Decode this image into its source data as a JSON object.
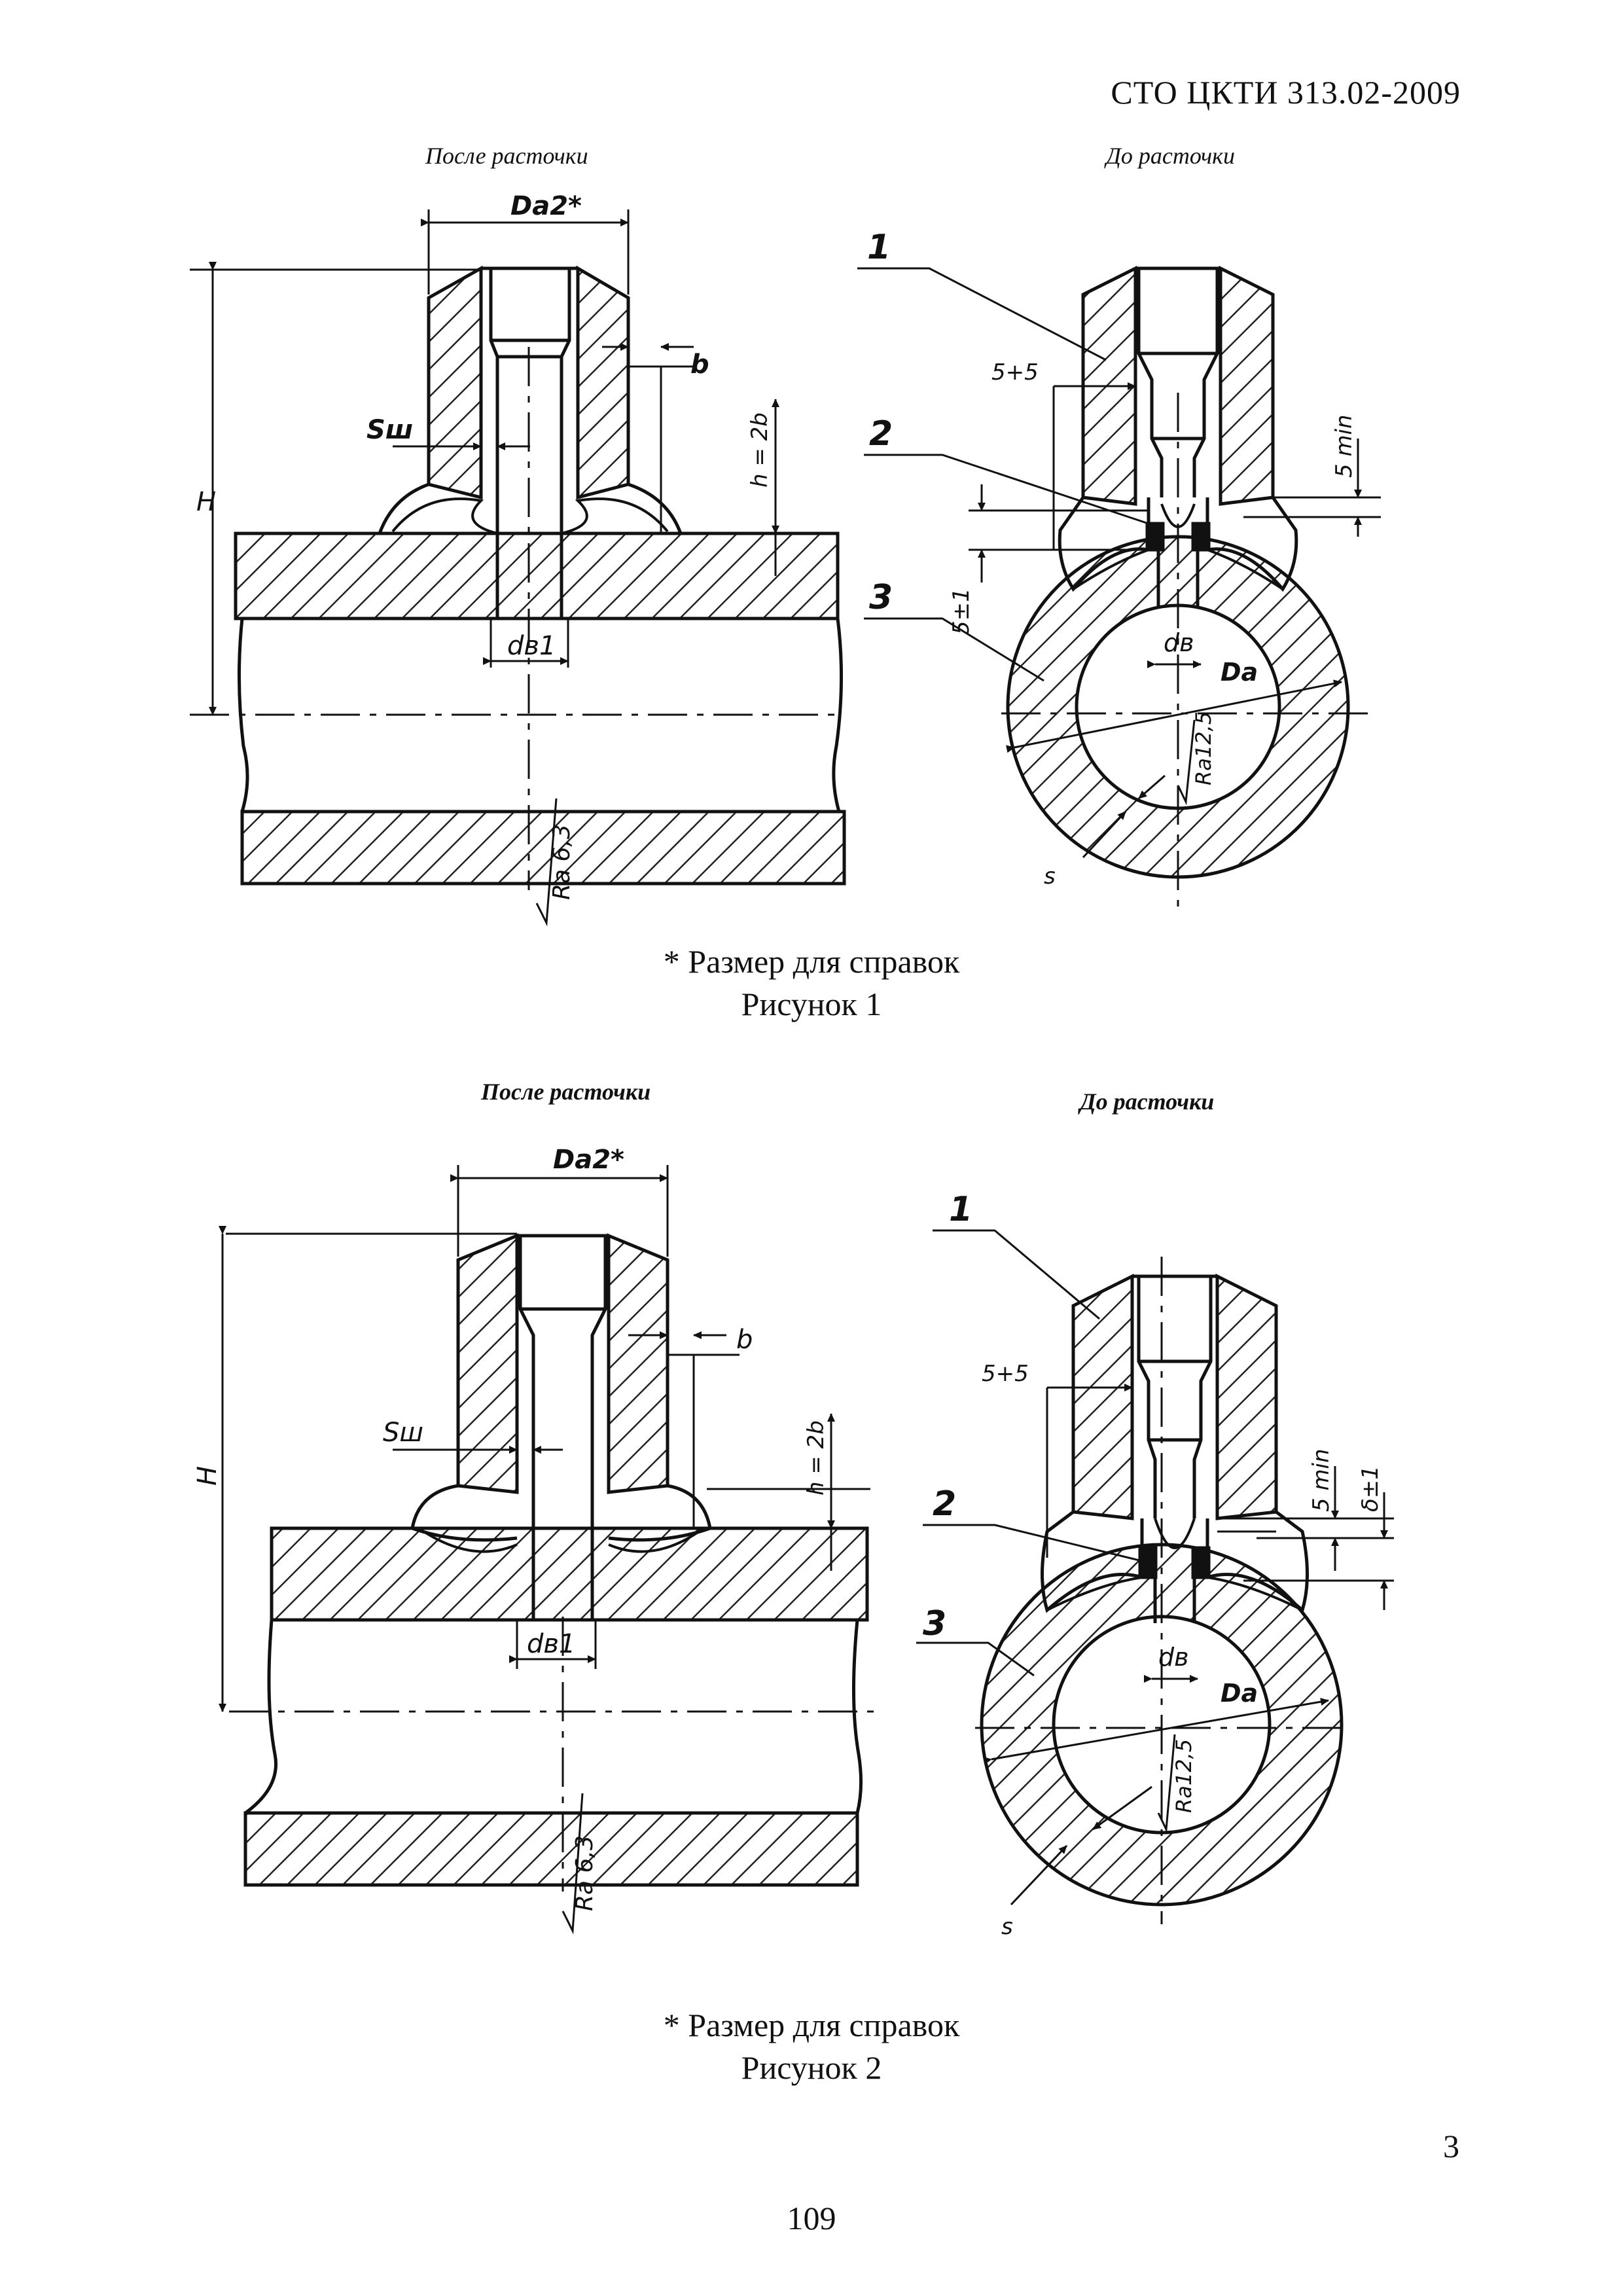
{
  "header": {
    "doc_code": "СТО ЦКТИ 313.02-2009"
  },
  "figure1": {
    "left_view_title": "После расточки",
    "right_view_title": "До расточки",
    "labels": {
      "outer_diameter": "Da2*",
      "height": "H",
      "weld_gap": "b",
      "weld_height": "h = 2b",
      "wall": "Sш",
      "bore_after": "dв1",
      "roughness_after": "Ra 6,3",
      "pos_1": "1",
      "pos_2": "2",
      "pos_3": "3",
      "gap_tol": "5+5",
      "min_len": "5 min",
      "pm_len": "5±1",
      "bore_before": "dв",
      "pipe_diameter": "Da",
      "roughness_before": "Ra12,5",
      "pipe_wall": "s"
    },
    "note": "* Размер для справок",
    "caption": "Рисунок 1"
  },
  "figure2": {
    "left_view_title": "После расточки",
    "right_view_title": "До расточки",
    "labels": {
      "outer_diameter": "Da2*",
      "height": "H",
      "weld_gap": "b",
      "weld_height": "h = 2b",
      "wall": "Sш",
      "bore_after": "dв1",
      "roughness_after": "Ra 6,3",
      "pos_1": "1",
      "pos_2": "2",
      "pos_3": "3",
      "gap_tol": "5+5",
      "min_len": "5 min",
      "pm_len": "δ±1",
      "bore_before": "dв",
      "pipe_diameter": "Da",
      "roughness_before": "Ra12,5",
      "pipe_wall": "s"
    },
    "note": "* Размер для справок",
    "caption": "Рисунок  2"
  },
  "footer": {
    "sheet_number": "3",
    "page_number": "109"
  }
}
